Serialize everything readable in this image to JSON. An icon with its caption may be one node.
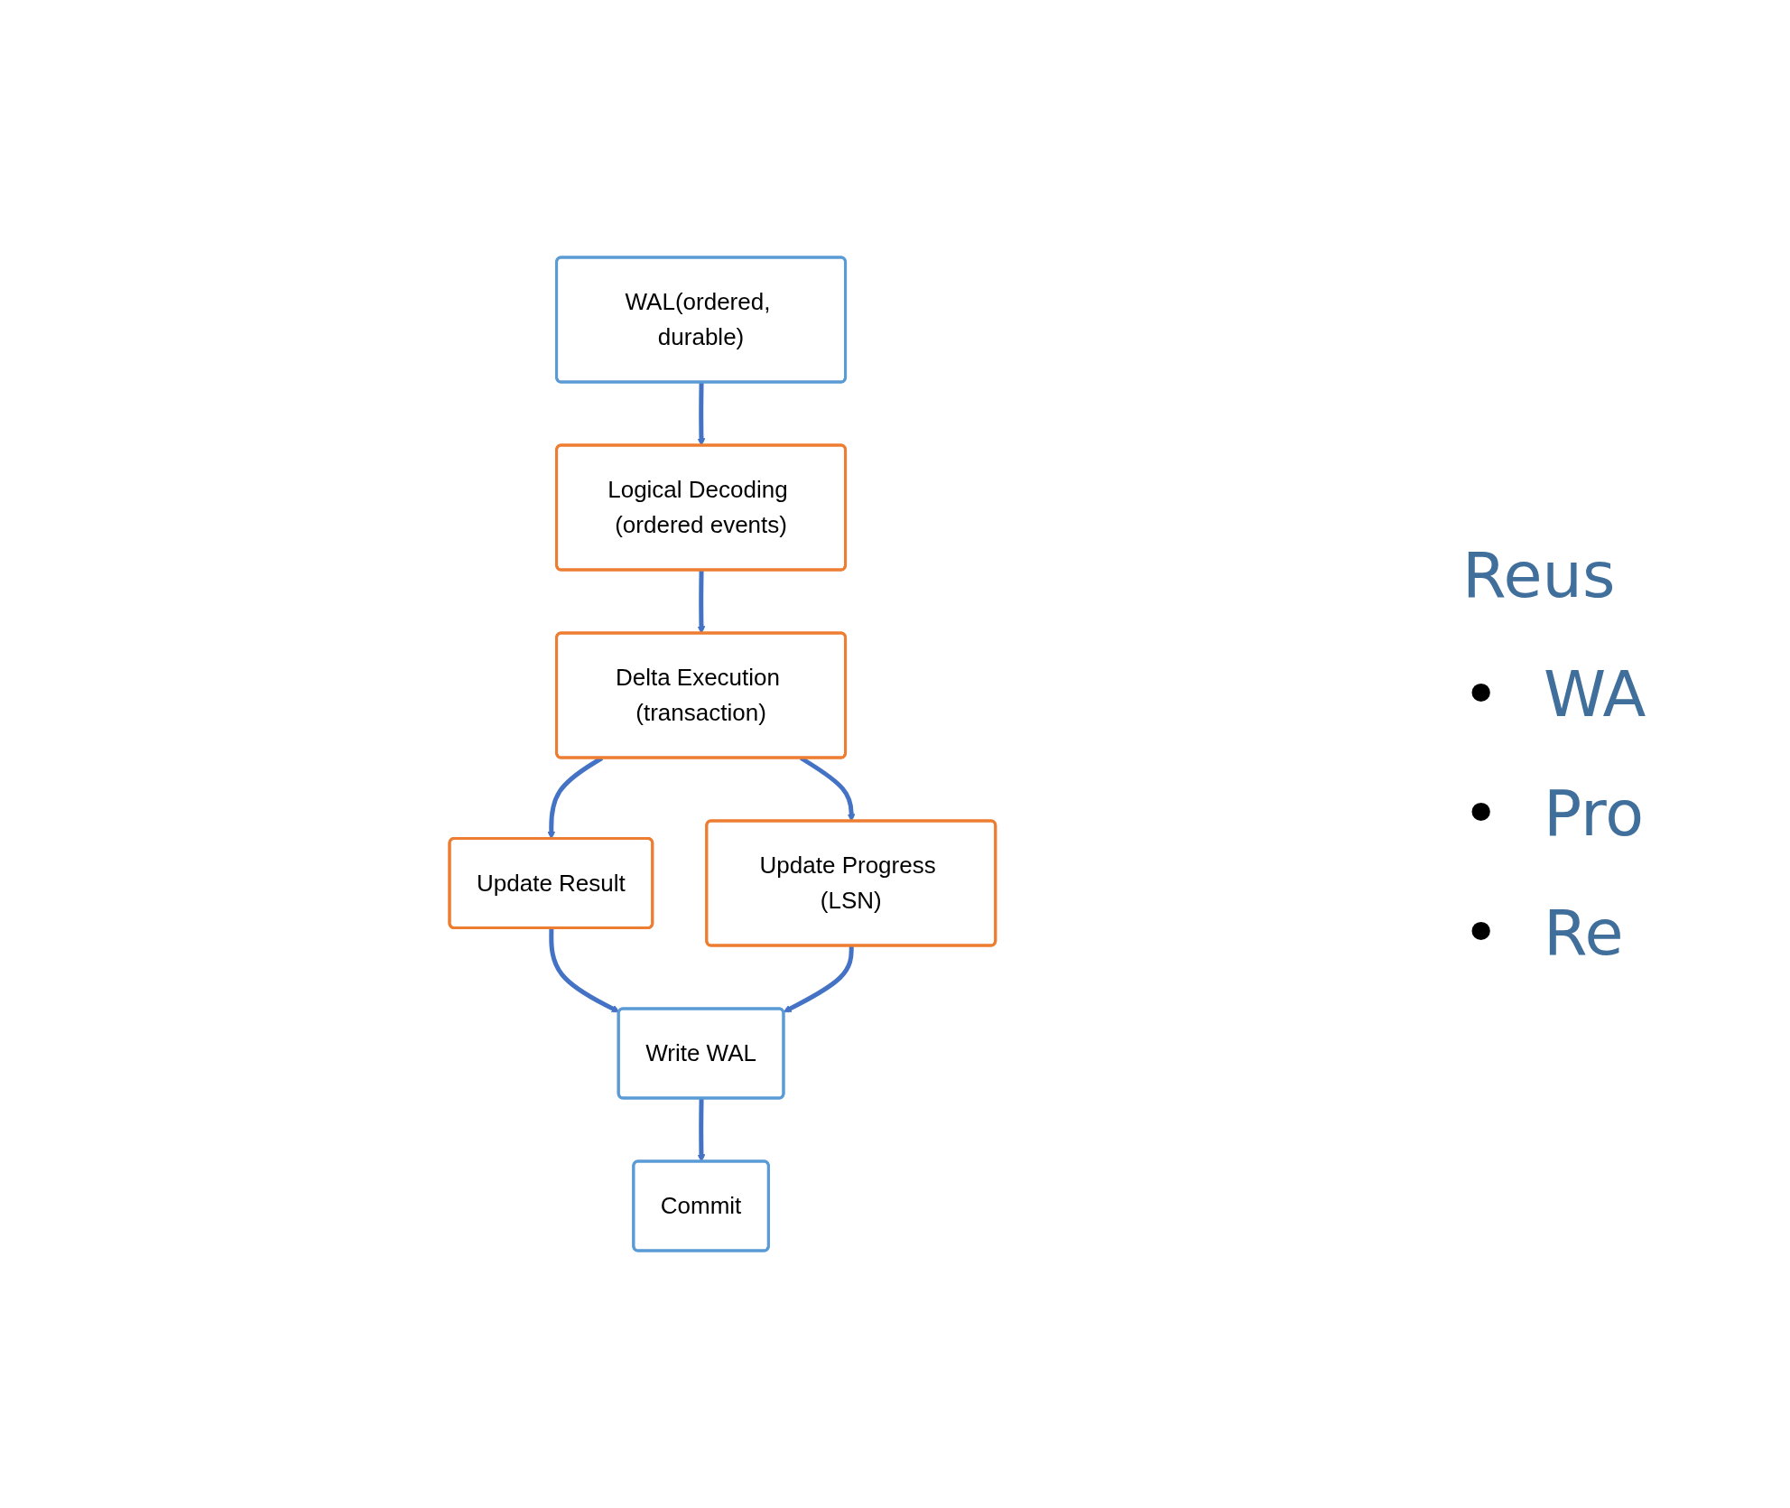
{
  "diagram": {
    "nodes": [
      {
        "text": [
          "WAL(ordered, durable)"
        ]
      },
      {
        "text": [
          "Logical Decoding (ordered events)"
        ]
      },
      {
        "text": [
          "Delta Execution (transaction)"
        ]
      },
      {
        "text": [
          "Update Result"
        ]
      },
      {
        "text": [
          "Update Progress (LSN)"
        ]
      },
      {
        "text": [
          "Write WAL"
        ]
      },
      {
        "text": [
          "Commit"
        ]
      }
    ],
    "edges": [
      {
        "from": 0,
        "to": 1,
        "arrow": "to"
      },
      {
        "from": 1,
        "to": 2,
        "arrow": "to"
      },
      {
        "from": 2,
        "to": 3,
        "arrow": "to"
      },
      {
        "from": 2,
        "to": 4,
        "arrow": "to"
      },
      {
        "from": 3,
        "to": 5,
        "arrow": "to"
      },
      {
        "from": 4,
        "to": 5,
        "arrow": "to"
      },
      {
        "from": 5,
        "to": 6,
        "arrow": "to"
      }
    ],
    "labels": [
      "Reus",
      "•",
      "WA",
      "•",
      "Pro",
      "•",
      "Re"
    ]
  }
}
